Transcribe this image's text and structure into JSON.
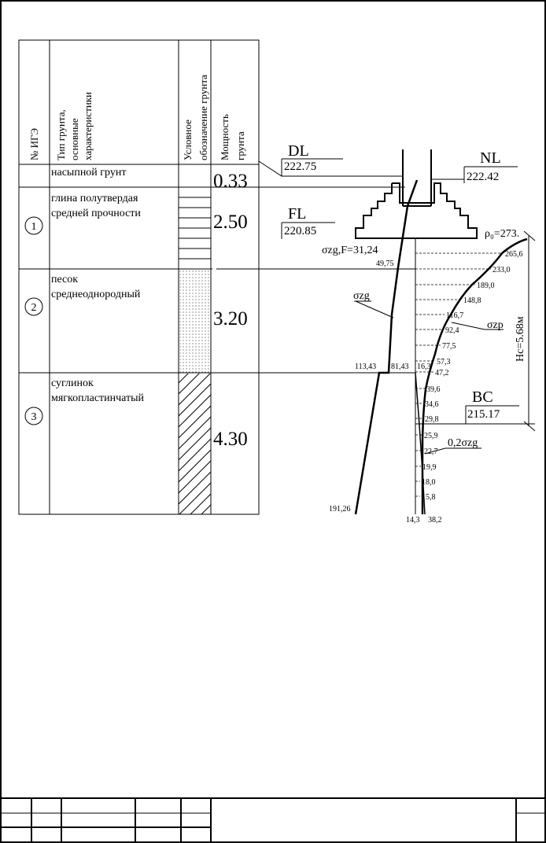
{
  "table": {
    "headers": {
      "col_num": "№ ИГЭ",
      "col_type": [
        "Тип грунта,",
        "основные",
        "характеристики"
      ],
      "col_symbol": [
        "Условное",
        "обозначение грунта"
      ],
      "col_thickness": [
        "Мощность",
        "грунта"
      ]
    },
    "layers": [
      {
        "num": "",
        "type_lines": [
          "насыпной грунт"
        ],
        "thickness": "0.33"
      },
      {
        "num": "1",
        "type_lines": [
          "глина полутвердая",
          "средней прочности"
        ],
        "thickness": "2.50"
      },
      {
        "num": "2",
        "type_lines": [
          "песок",
          "среднеоднородный"
        ],
        "thickness": "3.20"
      },
      {
        "num": "3",
        "type_lines": [
          "суглинок",
          "мягкопластинчатый"
        ],
        "thickness": "4.30"
      }
    ]
  },
  "levels": {
    "DL": {
      "label": "DL",
      "value": "222.75"
    },
    "NL": {
      "label": "NL",
      "value": "222.42"
    },
    "FL": {
      "label": "FL",
      "value": "220.85"
    },
    "BC": {
      "label": "BC",
      "value": "215.17"
    }
  },
  "labels": {
    "szg_f": "σzg,F=31,24",
    "szg": "σzg",
    "szp": "σzp",
    "p0": "ρ₀=273.",
    "hc": "Hc=5.68м",
    "szg02": "0,2σzg"
  },
  "sigma_zg": {
    "v_49_75": "49,75",
    "v_113_43": "113,43",
    "v_81_43": "81,43",
    "v_191_26": "191,26"
  },
  "sigma_zp": [
    {
      "value": "265,6"
    },
    {
      "value": "233,0"
    },
    {
      "value": "189,0"
    },
    {
      "value": "148,8"
    },
    {
      "value": "116,7"
    },
    {
      "value": "92,4"
    },
    {
      "value": "77,5"
    },
    {
      "value": "57,3"
    },
    {
      "value": "47,2"
    },
    {
      "value": "39,6"
    },
    {
      "value": "34,6"
    },
    {
      "value": "29,8"
    },
    {
      "value": "25,9"
    },
    {
      "value": "22,7"
    },
    {
      "value": "19,9"
    },
    {
      "value": "18,0"
    },
    {
      "value": "15,8"
    }
  ],
  "boundary_values": {
    "v_16_3": "16,3",
    "v_14_3": "14,3",
    "v_38_2": "38,2"
  }
}
